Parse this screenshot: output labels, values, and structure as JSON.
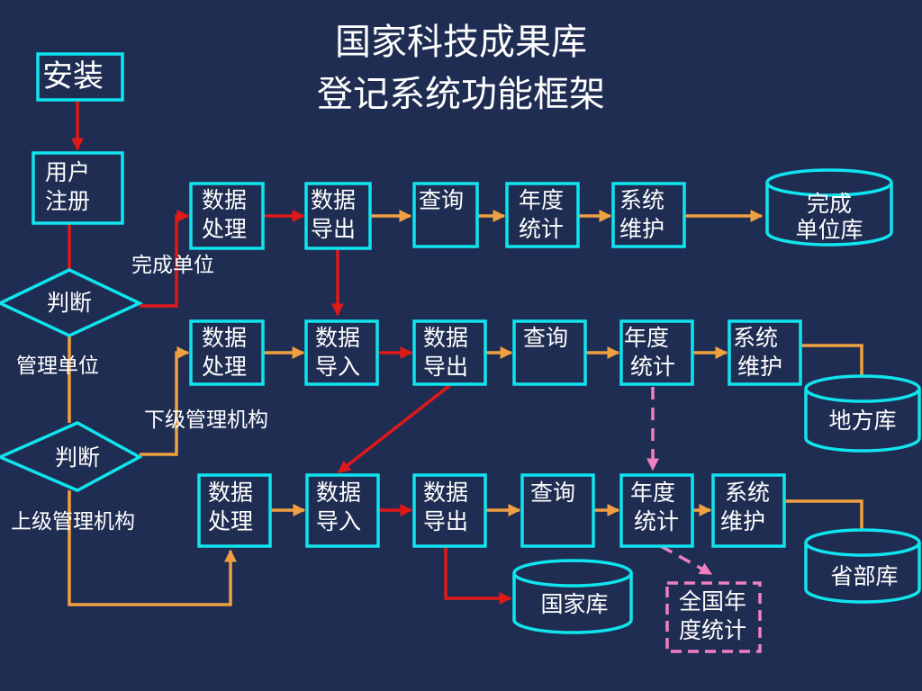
{
  "title": {
    "line1": "国家科技成果库",
    "line2": "登记系统功能框架"
  },
  "start": {
    "install": "安装",
    "register_1": "用户",
    "register_2": "注册"
  },
  "decisions": {
    "judge_top": "判断",
    "judge_bottom": "判断",
    "label_complete_unit": "完成单位",
    "label_management_unit": "管理单位",
    "label_lower_org": "下级管理机构",
    "label_upper_org": "上级管理机构"
  },
  "row1": {
    "data_process": [
      "数据",
      "处理"
    ],
    "data_export": [
      "数据",
      "导出"
    ],
    "query": "查询",
    "annual_stats": [
      "年度",
      "统计"
    ],
    "system_maint": [
      "系统",
      "维护"
    ],
    "db": [
      "完成",
      "单位库"
    ]
  },
  "row2": {
    "data_process": [
      "数据",
      "处理"
    ],
    "data_import": [
      "数据",
      "导入"
    ],
    "data_export": [
      "数据",
      "导出"
    ],
    "query": "查询",
    "annual_stats": [
      "年度",
      "统计"
    ],
    "system_maint": [
      "系统",
      "维护"
    ],
    "db": "地方库"
  },
  "row3": {
    "data_process": [
      "数据",
      "处理"
    ],
    "data_import": [
      "数据",
      "导入"
    ],
    "data_export": [
      "数据",
      "导出"
    ],
    "query": "查询",
    "annual_stats": [
      "年度",
      "统计"
    ],
    "system_maint": [
      "系统",
      "维护"
    ],
    "db_province": "省部库",
    "db_national": "国家库",
    "national_stats": [
      "全国年",
      "度统计"
    ]
  },
  "colors": {
    "background": "#1f2d52",
    "box_border": "#10e4ee",
    "flow_red": "#e01818",
    "flow_orange": "#f0a040",
    "stats_pink": "#ee80c0",
    "text": "#ffffff"
  }
}
